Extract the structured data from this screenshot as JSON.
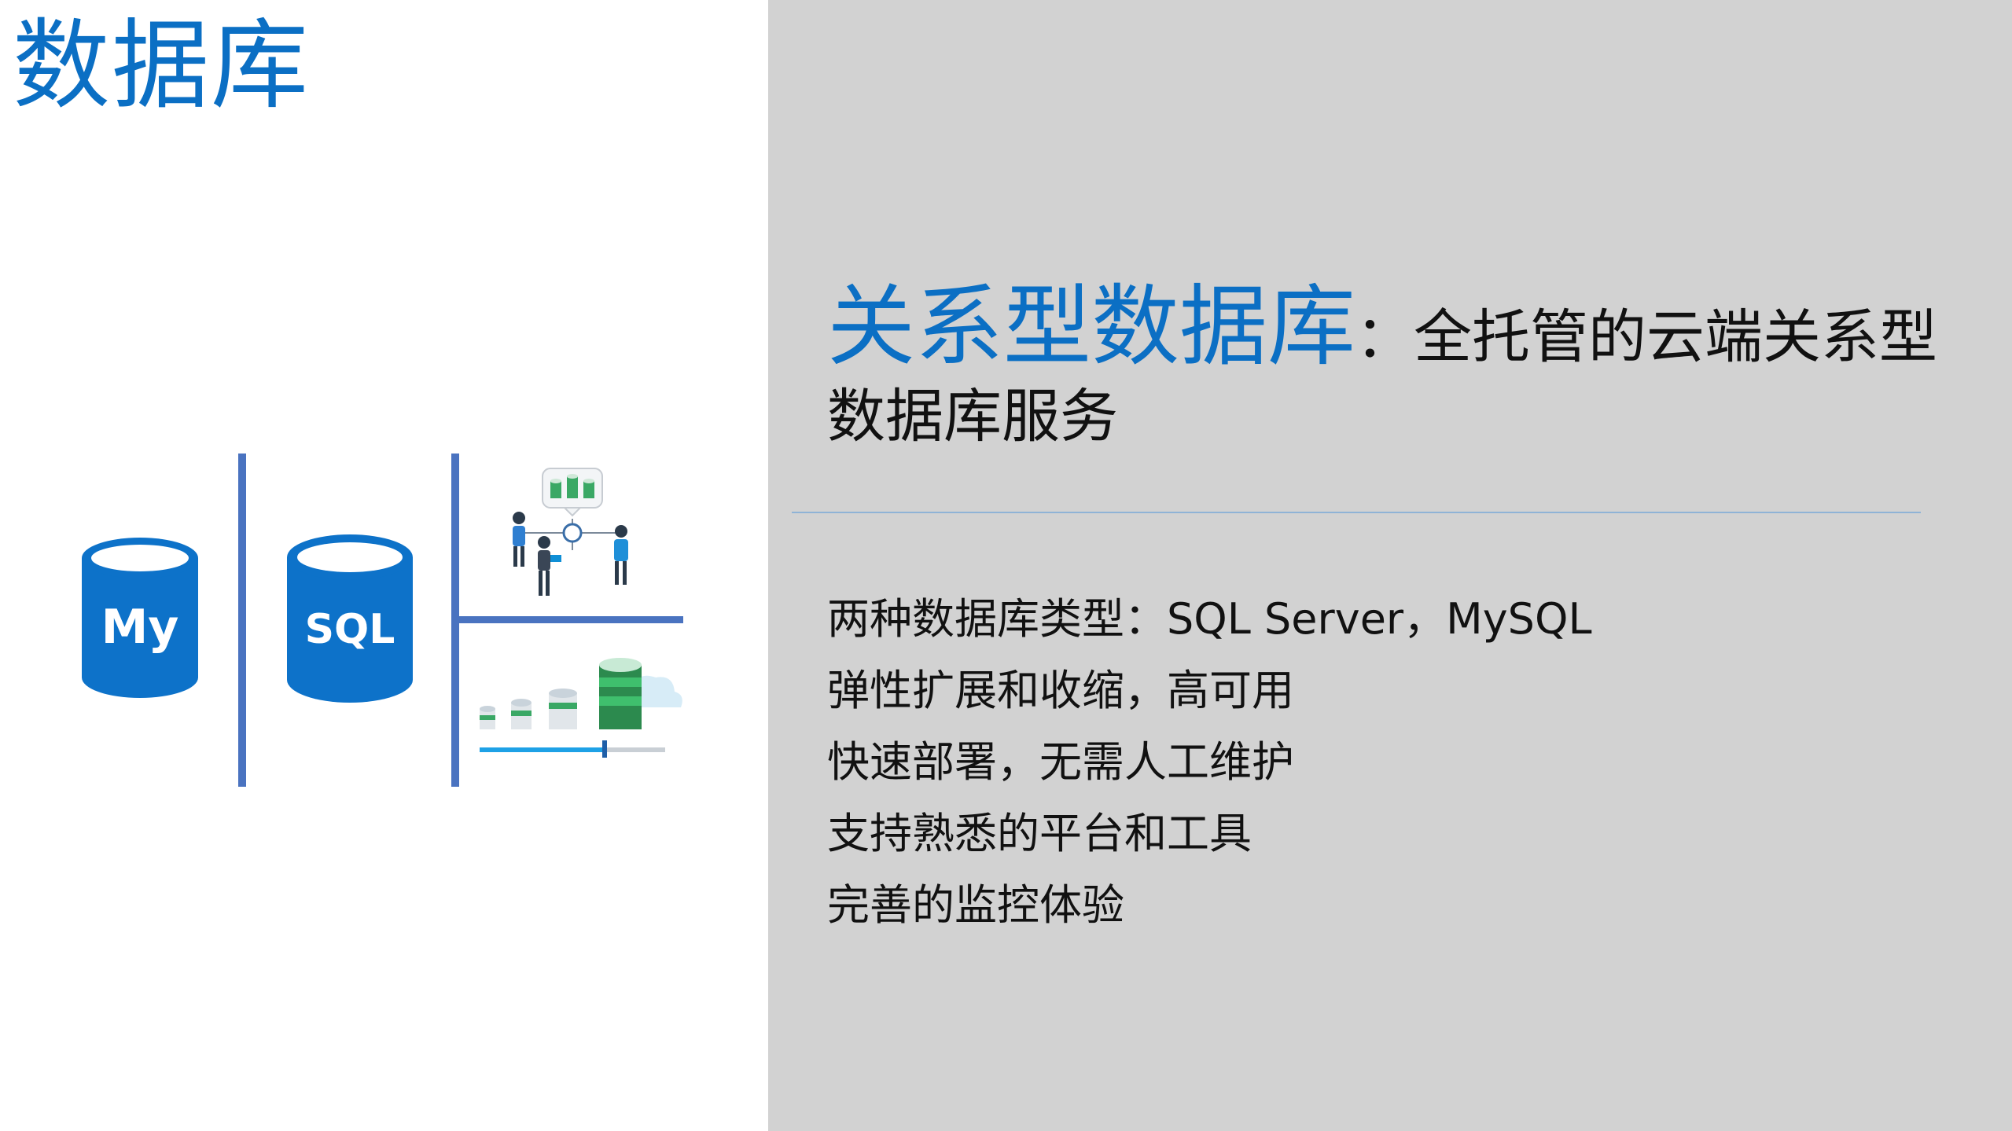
{
  "page": {
    "title": "数据库"
  },
  "headline": {
    "highlight": "关系型数据库",
    "rest": "：全托管的云端关系型数据库服务"
  },
  "features": [
    "两种数据库类型：SQL Server，MySQL",
    "弹性扩展和收缩，高可用",
    "快速部署，无需人工维护",
    "支持熟悉的平台和工具",
    "完善的监控体验"
  ],
  "graphic": {
    "mysql_label": "My",
    "sql_label": "SQL",
    "mysql_icon": "mysql-database-icon",
    "sql_icon": "sql-database-icon",
    "colors": {
      "accent_blue": "#0b6fc4",
      "divider_blue": "#4a73c0",
      "right_background": "#d2d2d2"
    }
  }
}
